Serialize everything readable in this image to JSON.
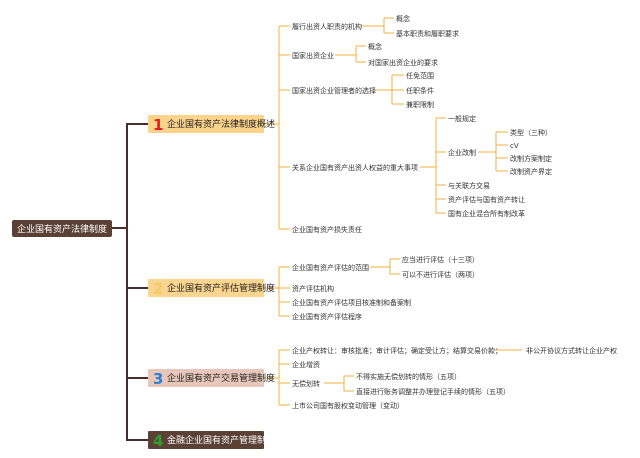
{
  "root": {
    "label": "企业国有资产法律制度",
    "color": "#5b4036"
  },
  "colors": {
    "connector_main": "#4b2e2a",
    "connector_child": "#f0b23c",
    "b1_fill": "#fbd38a",
    "b1_num": "#e02020",
    "b2_fill": "#fad58f",
    "b2_num": "#f6c860",
    "b3_fill": "#e8c7ba",
    "b3_num": "#2c7fd0",
    "b4_fill": "#5b4036",
    "b4_num": "#2ca02c"
  },
  "branches": {
    "b1": {
      "num": "1",
      "label": "企业国有资产法律制度概述",
      "c1": {
        "label": "履行出资人职责的机构",
        "k1": "概念",
        "k2": "基本职责和履职要求"
      },
      "c2": {
        "label": "国家出资企业",
        "k1": "概念",
        "k2": "对国家出资企业的要求"
      },
      "c3": {
        "label": "国家出资企业管理者的选择",
        "k1": "任免范围",
        "k2": "任职条件",
        "k3": "兼职限制"
      },
      "c4": {
        "label": "关系企业国有资产出资人权益的重大事项",
        "k1": "一般规定",
        "k2": {
          "label": "企业改制",
          "g1": "类型（三种）",
          "g2": "cV",
          "g3": "改制方案制定",
          "g4": "改制资产界定"
        },
        "k3": "与关联方交易",
        "k4": "资产评估与国有资产转让",
        "k5": "国有企业混合所有制改革"
      },
      "c5": {
        "label": "企业国有资产损失责任"
      }
    },
    "b2": {
      "num": "2",
      "label": "企业国有资产评估管理制度",
      "c1": {
        "label": "企业国有资产评估的范围",
        "k1": "应当进行评估（十三项）",
        "k2": "可以不进行评估（两项）"
      },
      "c2": {
        "label": "资产评估机构"
      },
      "c3": {
        "label": "企业国有资产评估项目核准制和备案制"
      },
      "c4": {
        "label": "企业国有资产评估程序"
      }
    },
    "b3": {
      "num": "3",
      "label": "企业国有资产交易管理制度",
      "c1": {
        "label": "企业产权转让：审核批准；审计评估；确定受让方；结算交易价款；",
        "k1": "非公开协议方式转让企业产权"
      },
      "c2": {
        "label": "企业增资"
      },
      "c3": {
        "label": "无偿划转",
        "k1": "不得实施无偿划转的情形（五项）",
        "k2": "直接进行账务调整并办理登记手续的情形（五项）"
      },
      "c4": {
        "label": "上市公司国有股权变动管理（变动）"
      }
    },
    "b4": {
      "num": "4",
      "label": "金融企业国有资产管理制度"
    }
  }
}
